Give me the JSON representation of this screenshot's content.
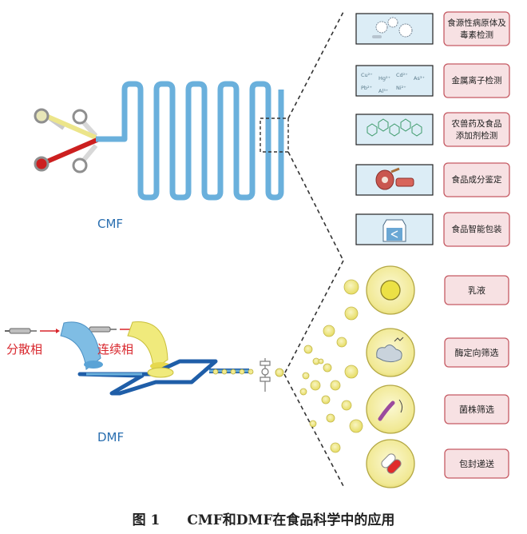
{
  "cmf": {
    "label": "CMF",
    "applications": [
      {
        "text": "食源性病原体及毒素检测",
        "lines": [
          "食源性病原体及",
          "毒素检测"
        ],
        "icon": "pathogen-icon"
      },
      {
        "text": "金属离子检测",
        "lines": [
          "金属离子检测"
        ],
        "icon": "metal-ion-icon"
      },
      {
        "text": "农兽药及食品添加剂检测",
        "lines": [
          "农兽药及食品",
          "添加剂检测"
        ],
        "icon": "molecule-icon"
      },
      {
        "text": "食品成分鉴定",
        "lines": [
          "食品成分鉴定"
        ],
        "icon": "meat-icon"
      },
      {
        "text": "食品智能包装",
        "lines": [
          "食品智能包装"
        ],
        "icon": "milk-carton-icon"
      }
    ],
    "ion_labels": [
      "Cu²⁺",
      "Hg²⁺",
      "Cd²⁺",
      "As³⁺",
      "Pb²⁺",
      "Al³⁺",
      "Ni²⁺"
    ]
  },
  "dmf": {
    "label": "DMF",
    "dispersed_phase": "分散相",
    "continuous_phase": "连续相",
    "applications": [
      {
        "text": "乳液",
        "icon": "emulsion-droplet-icon"
      },
      {
        "text": "酶定向筛选",
        "icon": "enzyme-icon"
      },
      {
        "text": "菌株筛选",
        "icon": "bacteria-icon"
      },
      {
        "text": "包封递送",
        "icon": "capsule-icon"
      }
    ]
  },
  "caption": "图 1　　CMF和DMF在食品科学中的应用",
  "colors": {
    "channel_blue": "#6ab0dc",
    "channel_dark_blue": "#1f5ea8",
    "label_blue": "#2a6fb0",
    "label_red": "#d8262c",
    "inlet_red": "#cc1f1f",
    "inlet_yellow": "#ece58a",
    "droplet_yellow": "#f2eb8f",
    "app_box_pink": "#f7e1e3",
    "app_box_border": "#c55a63",
    "icon_box_blue": "#dcedf6"
  }
}
